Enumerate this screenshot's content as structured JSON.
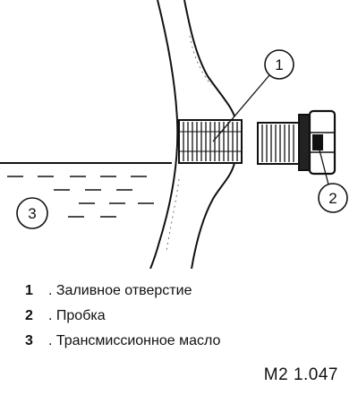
{
  "callouts": [
    "1",
    "2",
    "3"
  ],
  "legend": [
    {
      "num": "1",
      "text": "Заливное отверстие"
    },
    {
      "num": "2",
      "text": "Пробка"
    },
    {
      "num": "3",
      "text": "Трансмиссионное масло"
    }
  ],
  "figure_code": "М2 1.047",
  "colors": {
    "ink": "#111111",
    "background": "#ffffff"
  }
}
